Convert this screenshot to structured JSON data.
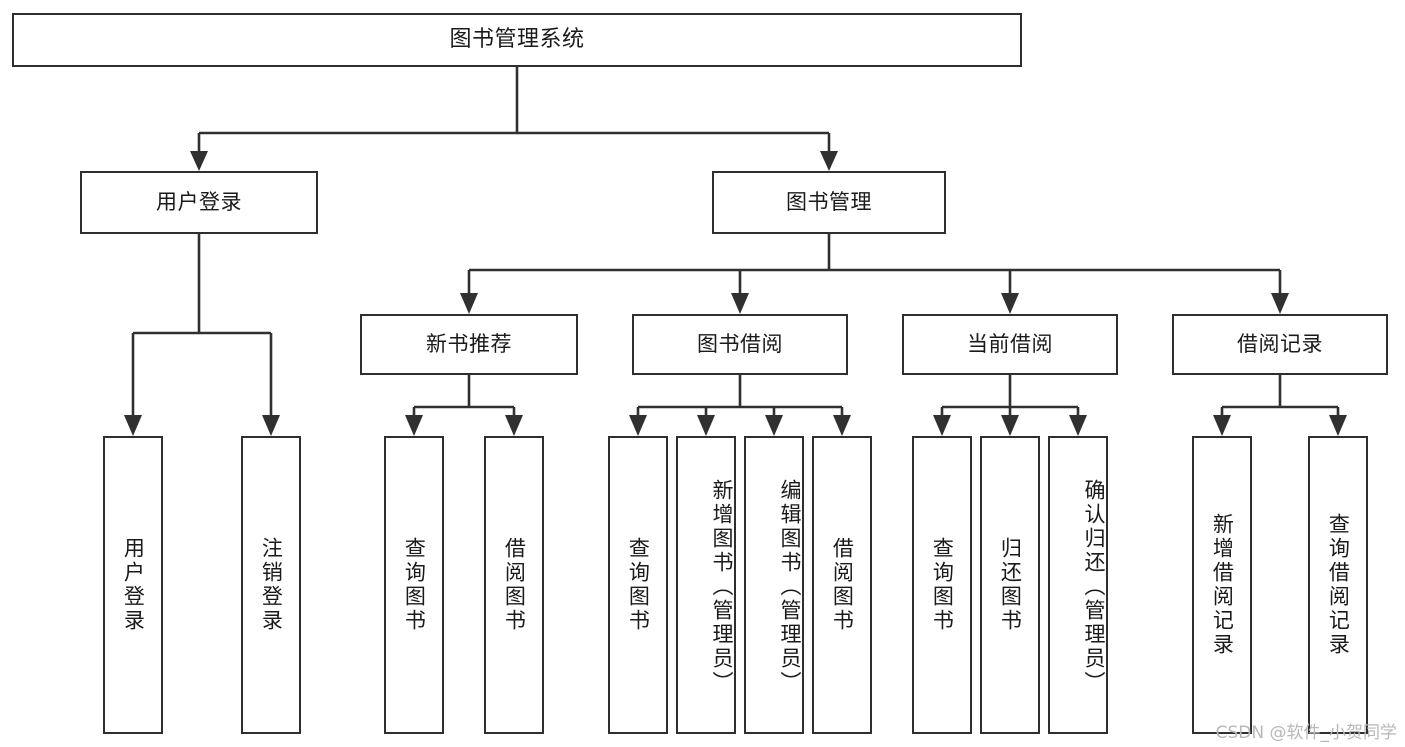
{
  "diagram": {
    "title": "图书管理系统",
    "type": "tree-hierarchy-chart",
    "orientation": "top-down",
    "colors": {
      "box_border": "#2f2f2f",
      "box_fill": "#ffffff",
      "connector": "#303030",
      "text": "#1a1a1a",
      "watermark": "#b8b8b8",
      "background": "#ffffff"
    }
  },
  "root": {
    "label": "图书管理系统"
  },
  "level2": [
    {
      "label": "用户登录"
    },
    {
      "label": "图书管理"
    }
  ],
  "level3": [
    {
      "label": "新书推荐"
    },
    {
      "label": "图书借阅"
    },
    {
      "label": "当前借阅"
    },
    {
      "label": "借阅记录"
    }
  ],
  "leaves": {
    "user_login": [
      {
        "label": "用户登录"
      },
      {
        "label": "注销登录"
      }
    ],
    "new_book_recommend": [
      {
        "label": "查询图书"
      },
      {
        "label": "借阅图书"
      }
    ],
    "book_borrow": [
      {
        "label": "查询图书"
      },
      {
        "label": "新增图书（管理员）"
      },
      {
        "label": "编辑图书（管理员）"
      },
      {
        "label": "借阅图书"
      }
    ],
    "current_borrow": [
      {
        "label": "查询图书"
      },
      {
        "label": "归还图书"
      },
      {
        "label": "确认归还（管理员）"
      }
    ],
    "borrow_record": [
      {
        "label": "新增借阅记录"
      },
      {
        "label": "查询借阅记录"
      }
    ]
  },
  "watermark": {
    "text": "CSDN @软件_小贺同学"
  }
}
